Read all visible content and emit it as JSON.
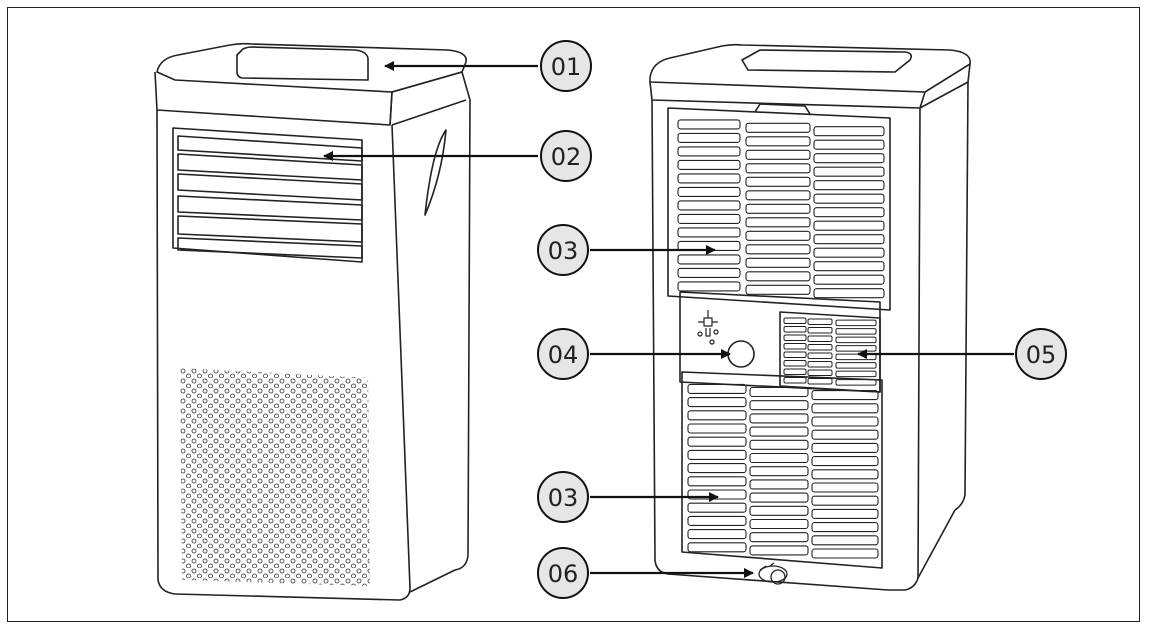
{
  "callouts": [
    {
      "id": "top-panel",
      "label": "01"
    },
    {
      "id": "air-outlet-louvers",
      "label": "02"
    },
    {
      "id": "air-filter-upper",
      "label": "03"
    },
    {
      "id": "drainage-outlet",
      "label": "04"
    },
    {
      "id": "exhaust-outlet",
      "label": "05"
    },
    {
      "id": "air-filter-lower",
      "label": "03"
    },
    {
      "id": "drain-plug",
      "label": "06"
    }
  ],
  "rear_icon": "power-plug-icon"
}
